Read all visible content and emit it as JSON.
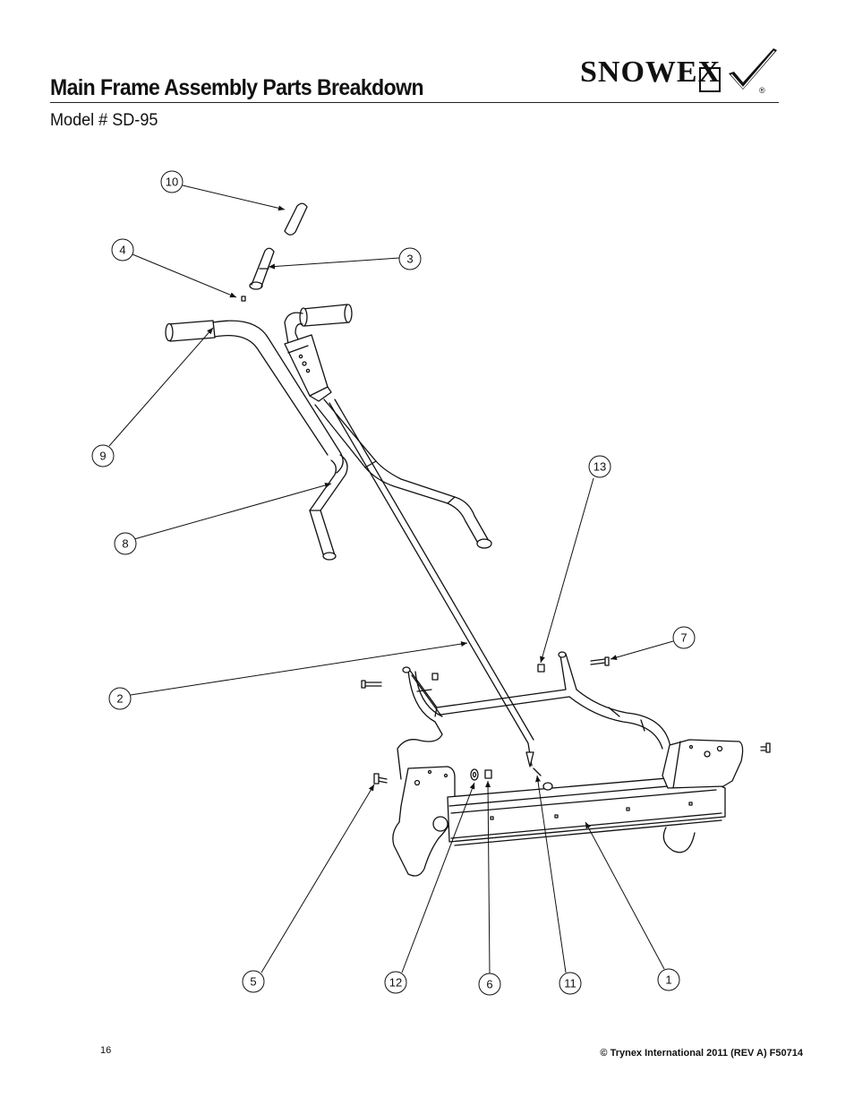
{
  "header": {
    "title": "Main Frame Assembly Parts Breakdown",
    "subtitle": "Model # SD-95",
    "logo_text": "SNOWEX",
    "logo_registered": "®"
  },
  "callouts": [
    {
      "id": "callout-10",
      "label": "10"
    },
    {
      "id": "callout-4",
      "label": "4"
    },
    {
      "id": "callout-3",
      "label": "3"
    },
    {
      "id": "callout-9",
      "label": "9"
    },
    {
      "id": "callout-8",
      "label": "8"
    },
    {
      "id": "callout-13",
      "label": "13"
    },
    {
      "id": "callout-7",
      "label": "7"
    },
    {
      "id": "callout-2",
      "label": "2"
    },
    {
      "id": "callout-5",
      "label": "5"
    },
    {
      "id": "callout-12",
      "label": "12"
    },
    {
      "id": "callout-6",
      "label": "6"
    },
    {
      "id": "callout-11",
      "label": "11"
    },
    {
      "id": "callout-1",
      "label": "1"
    }
  ],
  "footer": {
    "page_number": "16",
    "copyright": "© Trynex International 2011  (REV A) F50714"
  }
}
